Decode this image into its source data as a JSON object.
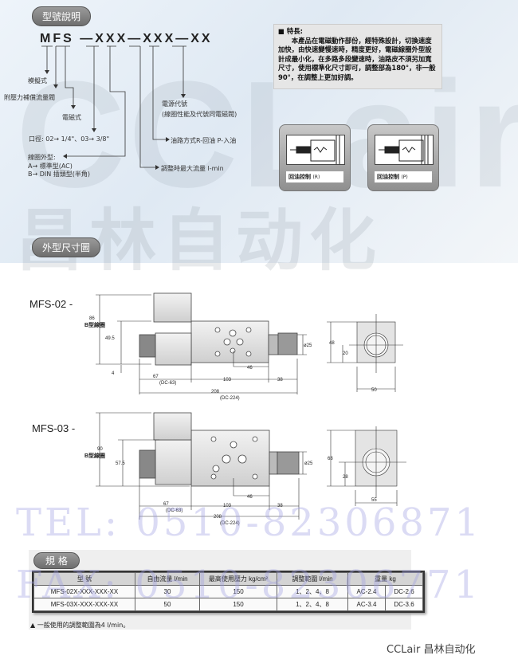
{
  "watermark": {
    "brand": "CCLair",
    "brand_cn": "昌林自动化",
    "tel": "TEL: 0510-82306871",
    "fax": "FAX: 0510-82306771"
  },
  "model_section": {
    "title": "型號說明",
    "code": "MFS —XXX—XXX—XX",
    "labels": {
      "type": "模擬式",
      "pressure_comp": "附壓力補償流量閥",
      "solenoid": "電磁式",
      "port_size": "口徑: 02→ 1/4\"、03→ 3/8\"",
      "coil_shape": "線圈外型:",
      "coil_a": "A→ 標準型(AC)",
      "coil_b": "B→ DIN 插頭型(半角)",
      "power_code": "電源代號",
      "power_note": "(線圈性能及代號同電磁閥)",
      "circuit": "油路方式R-回油 P-入油",
      "max_flow": "調整時最大流量 l-min"
    }
  },
  "features": {
    "heading": "■ 特長:",
    "text": "本產品在電磁動作部份，經特殊設計，切換速度加快，由快速變慢速時，精度更好，電磁線圈外型設計成最小化，在多路多段變速時，油路皮不須另加寬尺寸，使用標準化尺寸即可，調整部為180°，非一般90°，在調整上更加好調。"
  },
  "symbols": [
    {
      "caption": "回油控制",
      "code": "(R)"
    },
    {
      "caption": "回油控制",
      "code": "(P)"
    }
  ],
  "dimension_section": {
    "title": "外型尺寸圖",
    "mfs02": {
      "label": "MFS-02  -",
      "h_total": "86",
      "coil": "B型線圈",
      "h": "49.5",
      "offset": "4",
      "d1": "67",
      "d1_dc": "(DC-63)",
      "d2": "103",
      "d3": "38",
      "d4": "46",
      "total": "208",
      "total_dc": "(DC-224)",
      "dia": "ø25",
      "end_h": "48",
      "end_c": "20",
      "end_w": "50"
    },
    "mfs03": {
      "label": "MFS-03  -",
      "h_total": "90",
      "coil": "B型線圈",
      "h": "57.5",
      "d1": "67",
      "d1_dc": "(DC-63)",
      "d2": "103",
      "d3": "38",
      "d4": "46",
      "total": "208",
      "total_dc": "(DC-224)",
      "dia": "ø25",
      "end_h": "68",
      "end_c": "28",
      "end_w": "55"
    }
  },
  "spec": {
    "title": "規 格",
    "headers": [
      "型 號",
      "自由流量 l/min",
      "最高使用壓力 kg/cm²",
      "調整範圍 l/min",
      "重量 kg"
    ],
    "rows": [
      [
        "MFS-02X-XXX-XXX-XX",
        "30",
        "150",
        "1、2、4、8",
        "AC-2.4",
        "DC-2.6"
      ],
      [
        "MFS-03X-XXX-XXX-XX",
        "50",
        "150",
        "1、2、4、8",
        "AC-3.4",
        "DC-3.6"
      ]
    ],
    "note": "▲ 一般使用的調整範圍為4 l/min。"
  },
  "footer": {
    "brand": "CCLair 昌林自动化"
  }
}
